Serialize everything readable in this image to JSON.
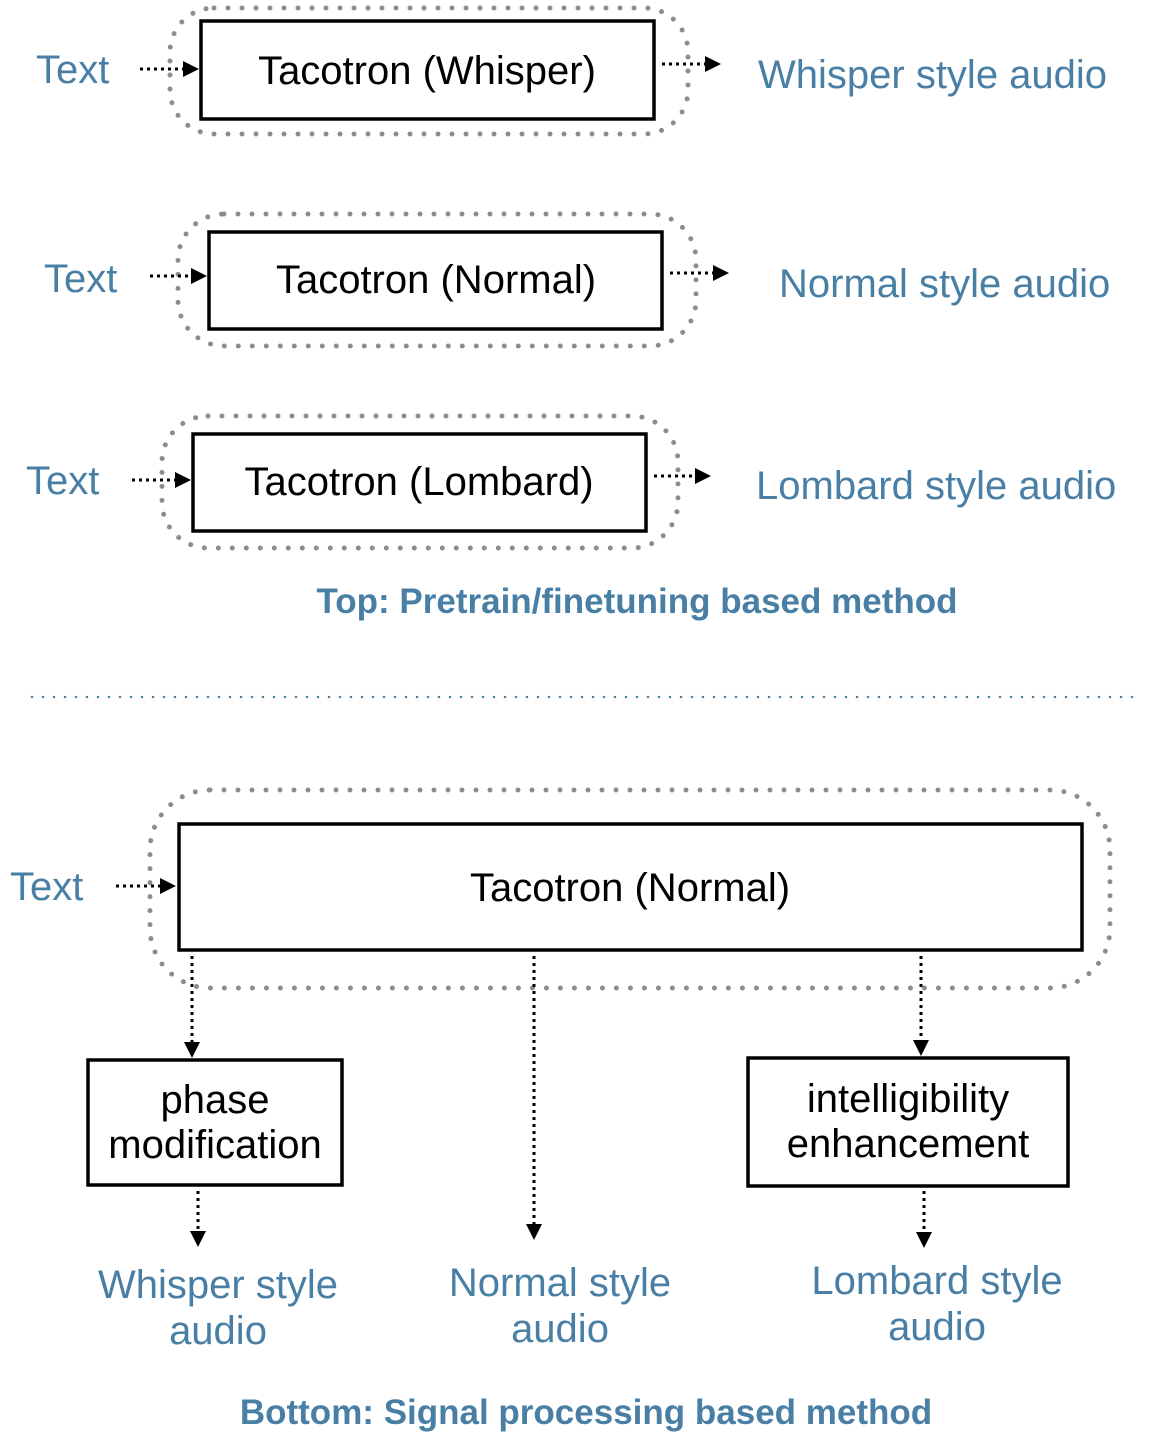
{
  "top": {
    "rows": [
      {
        "input": "Text",
        "model": "Tacotron (Whisper)",
        "output": "Whisper style audio"
      },
      {
        "input": "Text",
        "model": "Tacotron (Normal)",
        "output": "Normal style audio"
      },
      {
        "input": "Text",
        "model": "Tacotron (Lombard)",
        "output": "Lombard style audio"
      }
    ],
    "caption": "Top: Pretrain/finetuning based method"
  },
  "bottom": {
    "input": "Text",
    "model": "Tacotron (Normal)",
    "processors": [
      {
        "lines": [
          "phase",
          "modification"
        ]
      },
      {
        "lines": [
          "intelligibility",
          "enhancement"
        ]
      }
    ],
    "outputs": [
      {
        "lines": [
          "Whisper style",
          "audio"
        ]
      },
      {
        "lines": [
          "Normal style",
          "audio"
        ]
      },
      {
        "lines": [
          "Lombard style",
          "audio"
        ]
      }
    ],
    "caption": "Bottom: Signal processing based method"
  },
  "colors": {
    "label": "#4a7fa5",
    "box_stroke": "#000000",
    "halo": "#8c8c8c"
  }
}
